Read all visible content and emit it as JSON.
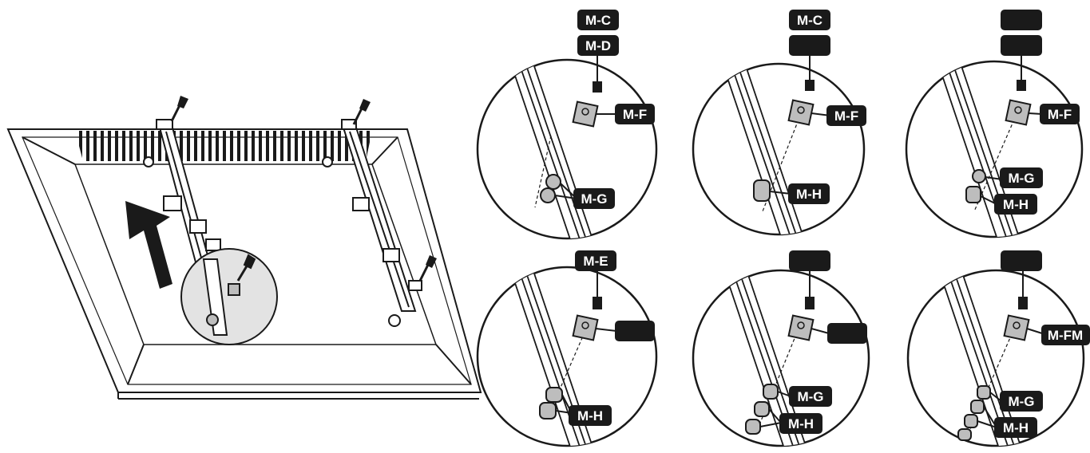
{
  "diagram": {
    "colors": {
      "ink": "#1a1a1a",
      "tag_bg": "#1a1a1a",
      "tag_text": "#ffffff",
      "circle_fill": "#e3e3e3",
      "plate": "#bdbdbd"
    },
    "arrow_icon": "up-arrow-icon",
    "detail_panels": [
      {
        "id": "top-1",
        "tags": {
          "top1": "M-C",
          "top2": "M-D",
          "side": "M-F",
          "low1": "M-G"
        }
      },
      {
        "id": "top-2",
        "tags": {
          "top1": "M-C",
          "top2": "",
          "side": "M-F",
          "low1": "M-H"
        }
      },
      {
        "id": "top-3",
        "tags": {
          "top1": "",
          "top2": "",
          "side": "M-F",
          "low1": "M-G",
          "low2": "M-H"
        }
      },
      {
        "id": "bottom-1",
        "tags": {
          "top1": "M-E",
          "side": "",
          "low1": "M-H"
        }
      },
      {
        "id": "bottom-2",
        "tags": {
          "top1": "",
          "side": "",
          "low1": "M-G",
          "low2": "M-H"
        }
      },
      {
        "id": "bottom-3",
        "tags": {
          "top1": "",
          "side": "M-FM",
          "low1": "M-G",
          "low2": "M-H"
        }
      }
    ]
  }
}
